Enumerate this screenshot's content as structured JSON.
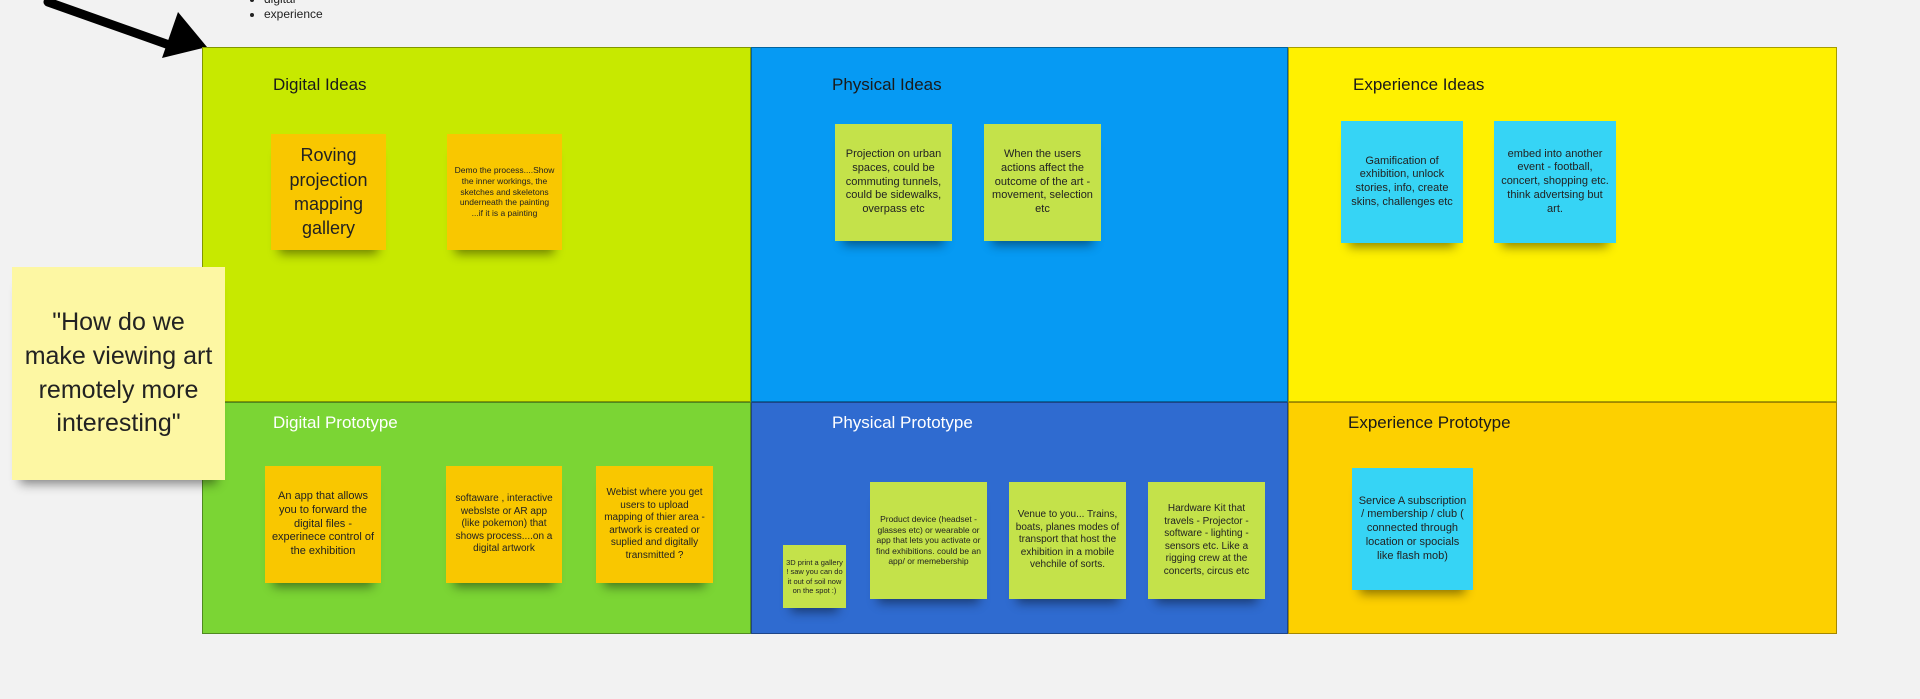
{
  "header_bullets": [
    "digital",
    "experience"
  ],
  "colors": {
    "digital_ideas": "#c7e900",
    "physical_ideas": "#069af3",
    "experience_ideas": "#fff100",
    "digital_prototype": "#7bd534",
    "physical_prototype": "#2f6bd0",
    "experience_prototype": "#fdd000"
  },
  "cells": {
    "digital_ideas": {
      "title": "Digital Ideas"
    },
    "physical_ideas": {
      "title": "Physical Ideas"
    },
    "experience_ideas": {
      "title": "Experience Ideas"
    },
    "digital_prototype": {
      "title": "Digital Prototype"
    },
    "physical_prototype": {
      "title": "Physical Prototype"
    },
    "experience_prototype": {
      "title": "Experience Prototype"
    }
  },
  "question_note": "\"How do we make viewing art remotely more interesting\"",
  "notes": {
    "roving": "Roving projection mapping gallery",
    "demo": "Demo the process....Show the inner workings, the sketches and skeletons underneath the painting ...if it is a painting",
    "projection_urban": "Projection on urban spaces, could be commuting tunnels, could be sidewalks, overpass etc",
    "users_actions": "When the users actions affect the outcome of the art - movement, selection etc",
    "gamification": "Gamification of exhibition, unlock stories, info, create skins, challenges etc",
    "embed": "embed into another event - football, concert, shopping etc. think advertsing but art.",
    "app_forward": "An app that allows you to forward the digital files - experinece control of the exhibition",
    "softaware": "softaware , interactive webslste or AR app (like pokemon) that shows process....on a digital artwork",
    "webist": "Webist where you get users to upload mapping of thier area - artwork is created or suplied and digitally transmitted ?",
    "print3d": "3D print a gallery ! saw you can do it out of soil now on the spot :)",
    "product": "Product device (headset - glasses etc) or wearable or app that lets you activate or find exhibitions. could be an app/ or memebership",
    "venue": "Venue to you... Trains, boats, planes modes of transport that host the exhibition in a mobile vehchile of sorts.",
    "hardware": "Hardware Kit that travels - Projector - software - lighting - sensors etc. Like a rigging crew at the concerts, circus etc",
    "service": "Service A subscription / membership / club ( connected through location or spocials like flash mob)"
  }
}
